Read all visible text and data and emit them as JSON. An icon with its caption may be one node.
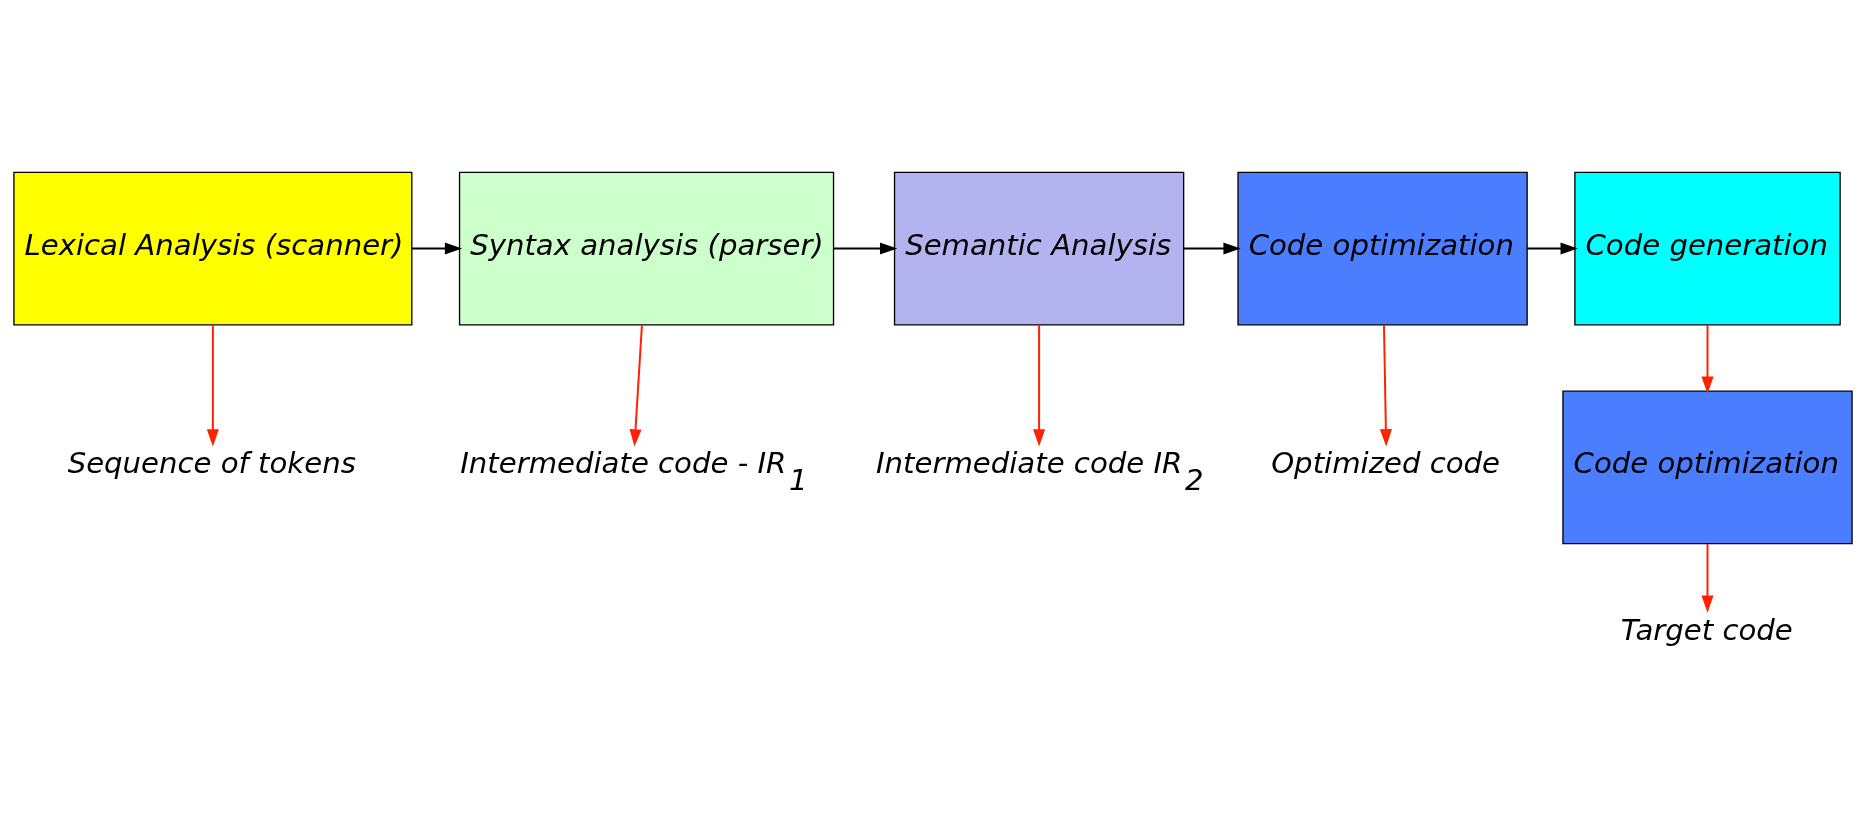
{
  "diagram": {
    "nodes": [
      {
        "text": [
          "Lexical Analysis (scanner)"
        ]
      },
      {
        "text": [
          "Syntax analysis (parser)"
        ]
      },
      {
        "text": [
          "Semantic Analysis"
        ]
      },
      {
        "text": [
          "Code optimization"
        ]
      },
      {
        "text": [
          "Code generation"
        ]
      },
      {
        "text": [
          "Code optimization"
        ]
      },
      {
        "text": [
          "Sequence of tokens"
        ]
      },
      {
        "text": [
          "Intermediate code - IR$_{1}$"
        ]
      },
      {
        "text": [
          "Intermediate code IR$_{2}$"
        ]
      },
      {
        "text": [
          "Optimized code"
        ]
      },
      {
        "text": [
          "Target code"
        ]
      }
    ],
    "edges": [
      {
        "from": 0,
        "to": 1,
        "arrow": "to",
        "color": "#000000"
      },
      {
        "from": 1,
        "to": 2,
        "arrow": "to",
        "color": "#000000"
      },
      {
        "from": 2,
        "to": 3,
        "arrow": "to",
        "color": "#000000"
      },
      {
        "from": 3,
        "to": 4,
        "arrow": "to",
        "color": "#000000"
      },
      {
        "from": 0,
        "to": 6,
        "arrow": "to"
      },
      {
        "from": 1,
        "to": 7,
        "arrow": "to"
      },
      {
        "from": 2,
        "to": 8,
        "arrow": "to"
      },
      {
        "from": 3,
        "to": 9,
        "arrow": "to"
      },
      {
        "from": 4,
        "to": 5,
        "arrow": "to"
      },
      {
        "from": 5,
        "to": 10,
        "arrow": "to"
      }
    ]
  }
}
